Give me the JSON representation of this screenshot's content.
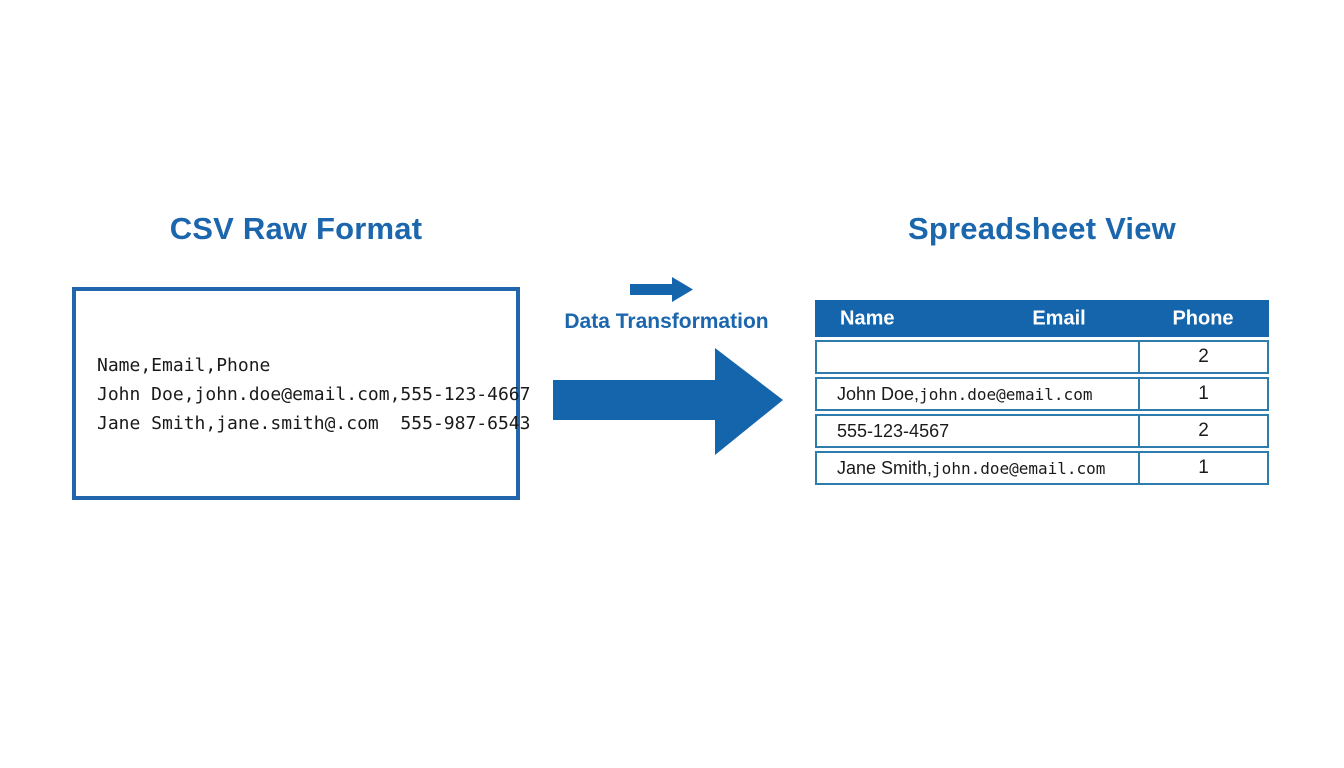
{
  "colors": {
    "accent_blue": "#1565ad",
    "title_blue": "#1b66ad",
    "box_border_blue": "#2166ac",
    "row_border_blue": "#2e7cab",
    "text_black": "#1a1a1a"
  },
  "left_panel": {
    "title": "CSV Raw Format",
    "csv_lines": [
      "Name,Email,Phone",
      "John Doe,john.doe@email.com,555-123-4667",
      "Jane Smith,jane.smith@.com  555-987-6543"
    ]
  },
  "transform": {
    "label": "Data Transformation",
    "small_arrow_icon": "arrow-right-icon",
    "big_arrow_icon": "arrow-right-icon"
  },
  "right_panel": {
    "title": "Spreadsheet View",
    "table": {
      "headers": [
        "Name",
        "Email",
        "Phone"
      ],
      "rows": [
        {
          "name_part": "",
          "email_part": "",
          "phone": "2"
        },
        {
          "name_part": "John Doe,",
          "email_part": "john.doe@email.com",
          "phone": "1"
        },
        {
          "name_part": "555-123-4567",
          "email_part": "",
          "phone": "2"
        },
        {
          "name_part": "Jane Smith,",
          "email_part": "john.doe@email.com",
          "phone": "1"
        }
      ]
    }
  }
}
